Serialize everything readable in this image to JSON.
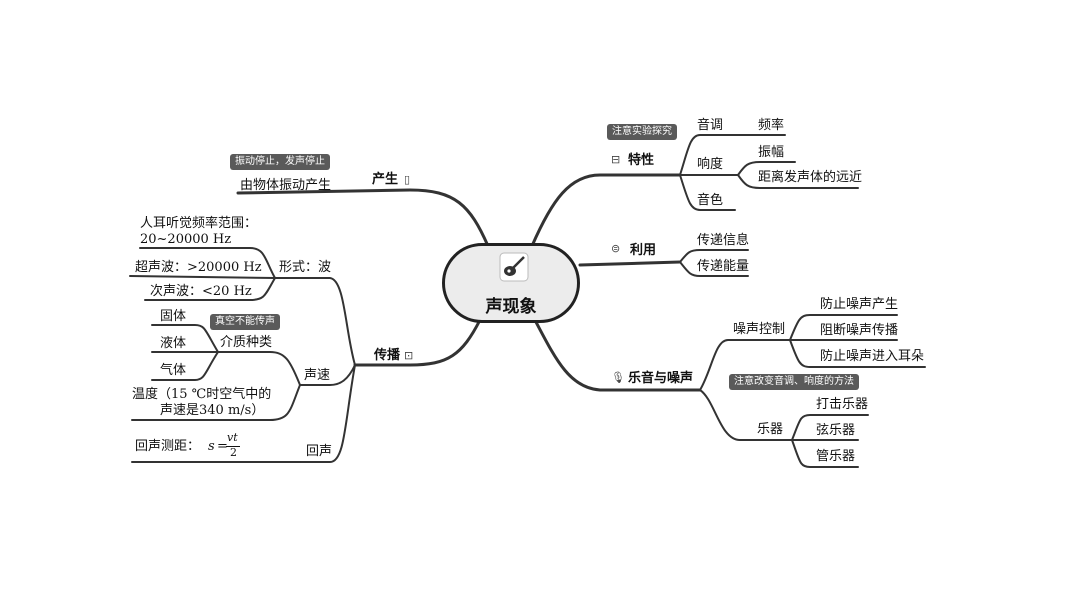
{
  "root": {
    "title": "声现象"
  },
  "produce": {
    "title": "产生",
    "note": "振动停止，发声停止",
    "item": "由物体振动产生"
  },
  "propagation": {
    "title": "传播",
    "form": {
      "label": "形式：波",
      "hearing": "人耳听觉频率范围：",
      "hearing_range": "20~20000 Hz",
      "ultrasonic": "超声波：>20000 Hz",
      "infrasonic": "次声波：<20 Hz"
    },
    "speed": {
      "label": "声速",
      "medium_label": "介质种类",
      "medium_note": "真空不能传声",
      "solid": "固体",
      "liquid": "液体",
      "gas": "气体",
      "temperature": "温度（15 ℃时空气中的",
      "temperature_2": "声速是340 m/s）"
    },
    "echo": {
      "label": "回声",
      "formula_prefix": "回声测距：",
      "formula_var": "s",
      "formula_eq": "=",
      "formula_num": "vt",
      "formula_den": "2"
    }
  },
  "characteristics": {
    "title": "特性",
    "note": "注意实验探究",
    "pitch": "音调",
    "pitch_factor": "频率",
    "loudness": "响度",
    "loudness_factor_1": "振幅",
    "loudness_factor_2": "距离发声体的远近",
    "timbre": "音色"
  },
  "usage": {
    "title": "利用",
    "info": "传递信息",
    "energy": "传递能量"
  },
  "music_noise": {
    "title": "乐音与噪声",
    "noise_control": {
      "label": "噪声控制",
      "items": [
        "防止噪声产生",
        "阻断噪声传播",
        "防止噪声进入耳朵"
      ]
    },
    "instruments": {
      "label": "乐器",
      "note": "注意改变音调、响度的方法",
      "items": [
        "打击乐器",
        "弦乐器",
        "管乐器"
      ]
    }
  },
  "icons": {
    "produce": "vibration-icon",
    "propagation": "wave-box-icon",
    "characteristics": "tag-icon",
    "usage": "layers-icon",
    "music_noise": "microphone-icon",
    "root": "guitar-icon"
  }
}
